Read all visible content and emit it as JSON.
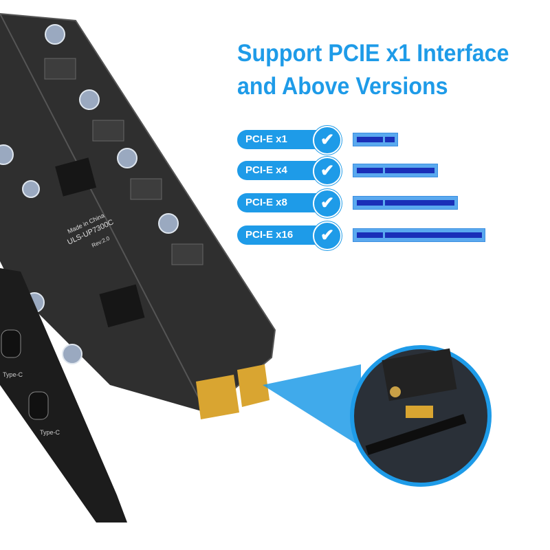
{
  "headline": {
    "line1": "Support PCIE x1 Interface",
    "line2": "and Above Versions"
  },
  "compat": [
    {
      "label": "PCI-E  x1",
      "lanes": 1,
      "supported": true
    },
    {
      "label": "PCI-E  x4",
      "lanes": 4,
      "supported": true
    },
    {
      "label": "PCI-E  x8",
      "lanes": 8,
      "supported": true
    },
    {
      "label": "PCI-E  x16",
      "lanes": 16,
      "supported": true
    }
  ],
  "board": {
    "made_in": "Made in China",
    "model": "ULS-UP7300C",
    "rev": "Rev:2.0",
    "ports": [
      "Type-C",
      "Type-C"
    ]
  },
  "colors": {
    "accent": "#1e9be8",
    "slot": "#5aa9ef",
    "slot_groove": "#1a2fb8",
    "board": "#2b2b2b"
  },
  "icons": [
    "check-icon"
  ]
}
